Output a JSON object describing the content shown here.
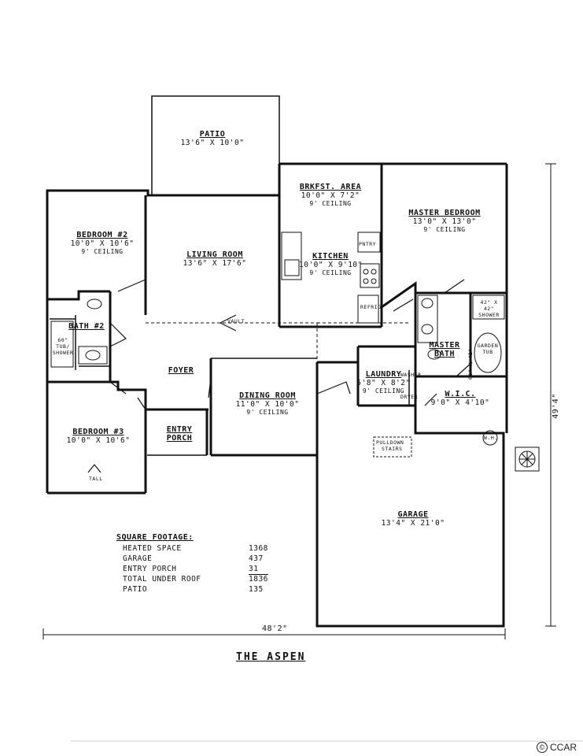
{
  "rooms": {
    "patio": {
      "name": "PATIO",
      "dim": "13'6\" X 10'0\""
    },
    "brkfst": {
      "name": "BRKFST. AREA",
      "dim": "10'0\" X 7'2\"",
      "ceiling": "9' CEILING"
    },
    "master": {
      "name": "MASTER BEDROOM",
      "dim": "13'0\" X 13'0\"",
      "ceiling": "9' CEILING"
    },
    "bed2": {
      "name": "BEDROOM #2",
      "dim": "10'0\" X 10'6\"",
      "ceiling": "9' CEILING"
    },
    "living": {
      "name": "LIVING ROOM",
      "dim": "13'6\" X 17'6\""
    },
    "kitchen": {
      "name": "KITCHEN",
      "dim": "10'0\" X 9'10\"",
      "ceiling": "9' CEILING"
    },
    "bath2": {
      "name": "BATH #2"
    },
    "masterbath": {
      "name": "MASTER",
      "name2": "BATH"
    },
    "foyer": {
      "name": "FOYER"
    },
    "laundry": {
      "name": "LAUNDRY",
      "dim": "5'8\" X 8'2\"",
      "ceiling": "9' CEILING"
    },
    "wic": {
      "name": "W.I.C.",
      "dim": "9'0\" X 4'10\""
    },
    "dining": {
      "name": "DINING ROOM",
      "dim": "11'0\" X 10'0\"",
      "ceiling": "9' CEILING"
    },
    "entry": {
      "name": "ENTRY",
      "name2": "PORCH"
    },
    "bed3": {
      "name": "BEDROOM #3",
      "dim": "10'0\" X 10'6\""
    },
    "garage": {
      "name": "GARAGE",
      "dim": "13'4\" X 21'0\""
    }
  },
  "fixtures": {
    "pantry": "PNTRY",
    "refrig": "REFRIG",
    "vault": "VAULT",
    "pulldown": "PULLDOWN",
    "stairs": "STAIRS",
    "wh": "W.H.",
    "tub_shower": "60\" TUB/ SHOWER",
    "garden_tub": "GARDEN TUB",
    "tub_size": "60\" X 42\"",
    "shower": "42\" X 42\" SHOWER",
    "washer": "WASHER",
    "dryer": "DRYER",
    "tall": "TALL"
  },
  "overall": {
    "width": "48'2\"",
    "depth": "49'4\""
  },
  "square_footage": {
    "title": "SQUARE FOOTAGE:",
    "rows": [
      {
        "label": "HEATED SPACE",
        "value": "1368"
      },
      {
        "label": "GARAGE",
        "value": "437"
      },
      {
        "label": "ENTRY PORCH",
        "value": "31"
      },
      {
        "label": "TOTAL UNDER ROOF",
        "value": "1836"
      },
      {
        "label": "PATIO",
        "value": "135"
      }
    ]
  },
  "plan_title": "THE ASPEN",
  "watermark": "CCAR"
}
